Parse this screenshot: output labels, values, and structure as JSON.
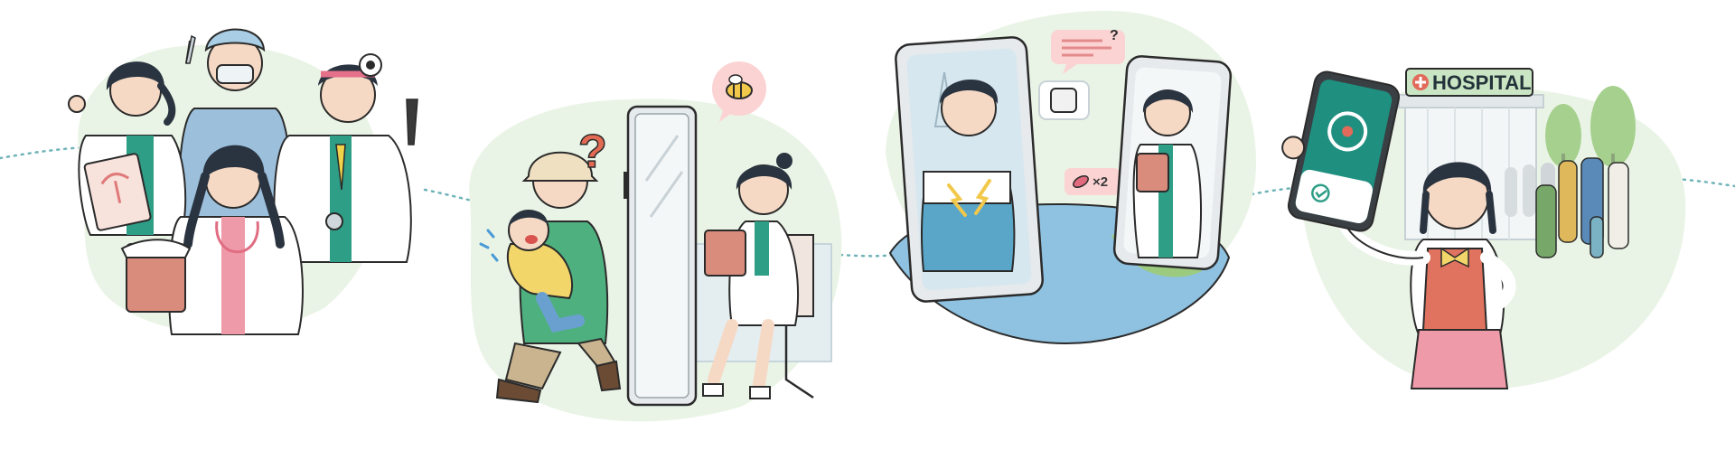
{
  "scenes": [
    {
      "id": "doctors-team"
    },
    {
      "id": "parent-child-consult"
    },
    {
      "id": "international-telemedicine",
      "chat": {
        "question": "?",
        "dose_badge": "×2"
      }
    },
    {
      "id": "skip-hospital-queue",
      "hospital_sign": "HOSPITAL"
    }
  ],
  "colors": {
    "blob": "#eaf4e6",
    "teal": "#2b8a7e",
    "dotted_line": "#6fb3b8",
    "pink_bubble": "#fbd3d3",
    "ink": "#2b2b2b"
  }
}
